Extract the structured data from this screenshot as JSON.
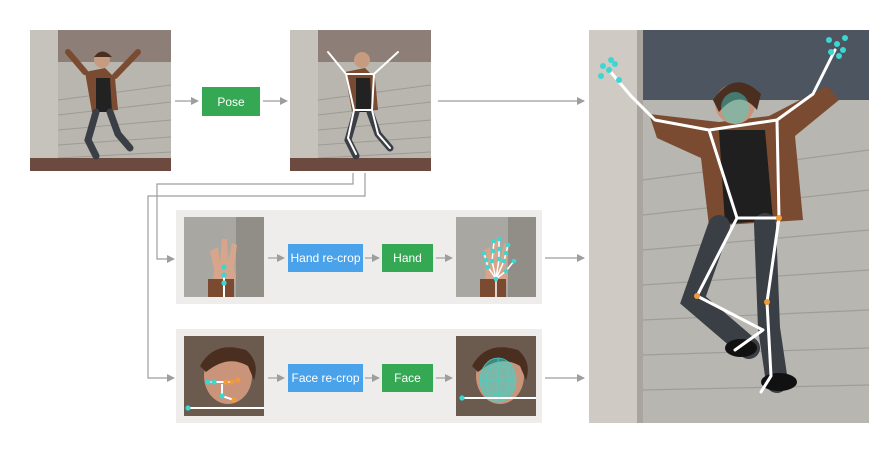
{
  "pipeline": {
    "pose_label": "Pose",
    "hand_recrop_label": "Hand re-crop",
    "hand_label": "Hand",
    "face_recrop_label": "Face re-crop",
    "face_label": "Face"
  },
  "colors": {
    "model_box": "#34a853",
    "crop_box": "#4aa3ea",
    "panel_bg": "#efedeb",
    "arrow": "#9e9e9e",
    "skeleton": "#ffffff",
    "hand_landmark": "#3dd6d0",
    "joint_landmark": "#f29a38"
  }
}
